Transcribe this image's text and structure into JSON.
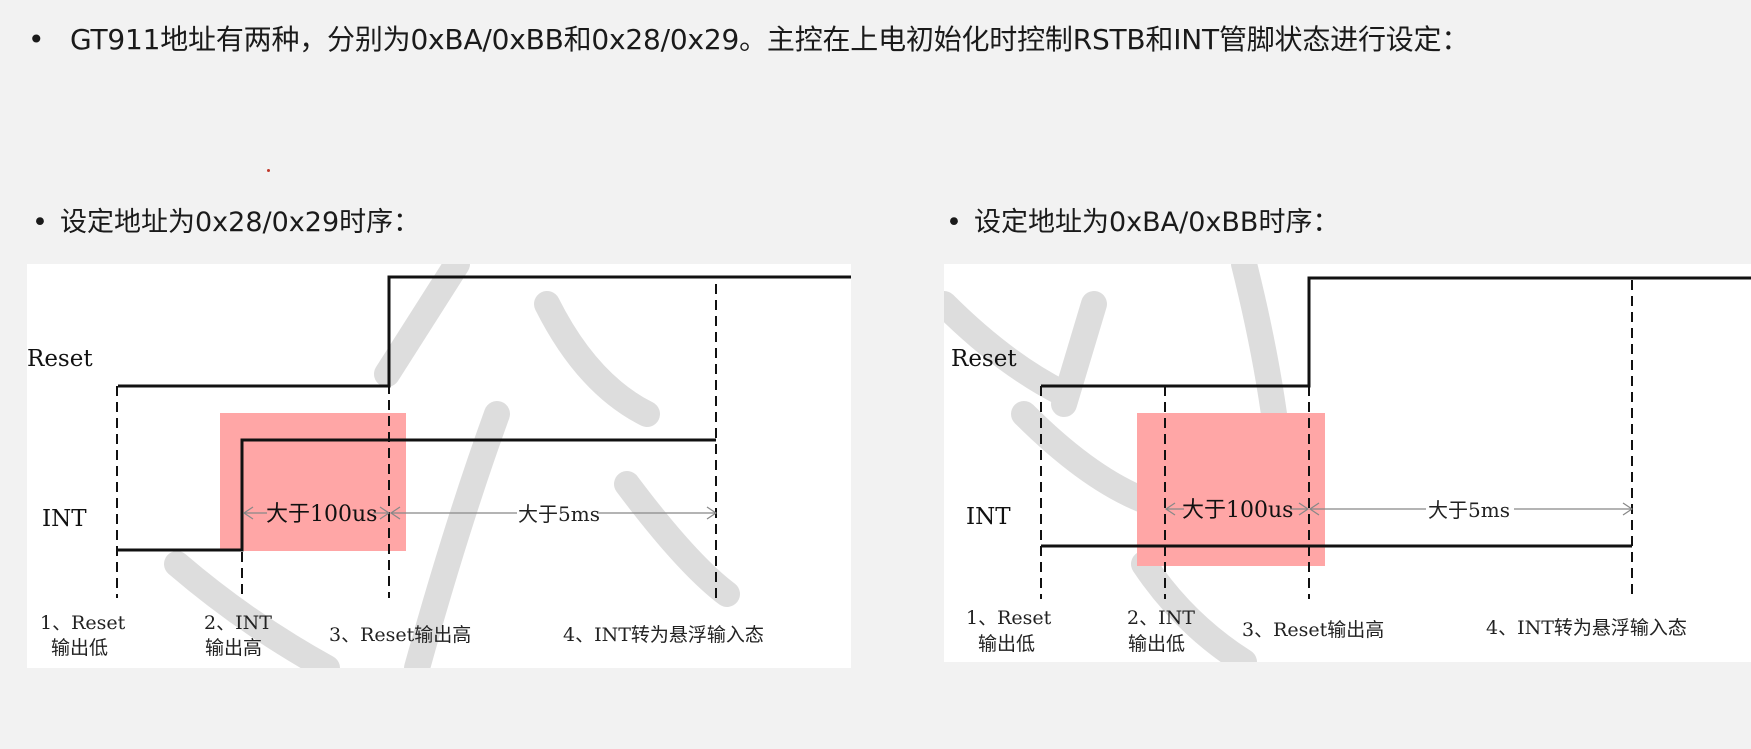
{
  "main_bullet": {
    "marker": "•",
    "text": "GT911地址有两种，分别为0xBA/0xBB和0x28/0x29。主控在上电初始化时控制RSTB和INT管脚状态进行设定："
  },
  "left": {
    "marker": "•",
    "heading": "设定地址为0x28/0x29时序：",
    "signals": {
      "reset": "Reset",
      "int": "INT"
    },
    "durations": {
      "short": "大于100us",
      "long": "大于5ms"
    },
    "steps": [
      {
        "line1": "1、Reset",
        "line2": "输出低"
      },
      {
        "line1": "2、INT",
        "line2": "输出高"
      },
      {
        "line1": "3、Reset输出高",
        "line2": ""
      },
      {
        "line1": "4、INT转为悬浮输入态",
        "line2": ""
      }
    ]
  },
  "right": {
    "marker": "•",
    "heading": "设定地址为0xBA/0xBB时序：",
    "signals": {
      "reset": "Reset",
      "int": "INT"
    },
    "durations": {
      "short": "大于100us",
      "long": "大于5ms"
    },
    "steps": [
      {
        "line1": "1、Reset",
        "line2": "输出低"
      },
      {
        "line1": "2、INT",
        "line2": "输出低"
      },
      {
        "line1": "3、Reset输出高",
        "line2": ""
      },
      {
        "line1": "4、INT转为悬浮输入态",
        "line2": ""
      }
    ]
  },
  "colors": {
    "highlight": "#ffa6a6",
    "line": "#111111",
    "background": "#f2f2f2",
    "panel": "#ffffff"
  }
}
